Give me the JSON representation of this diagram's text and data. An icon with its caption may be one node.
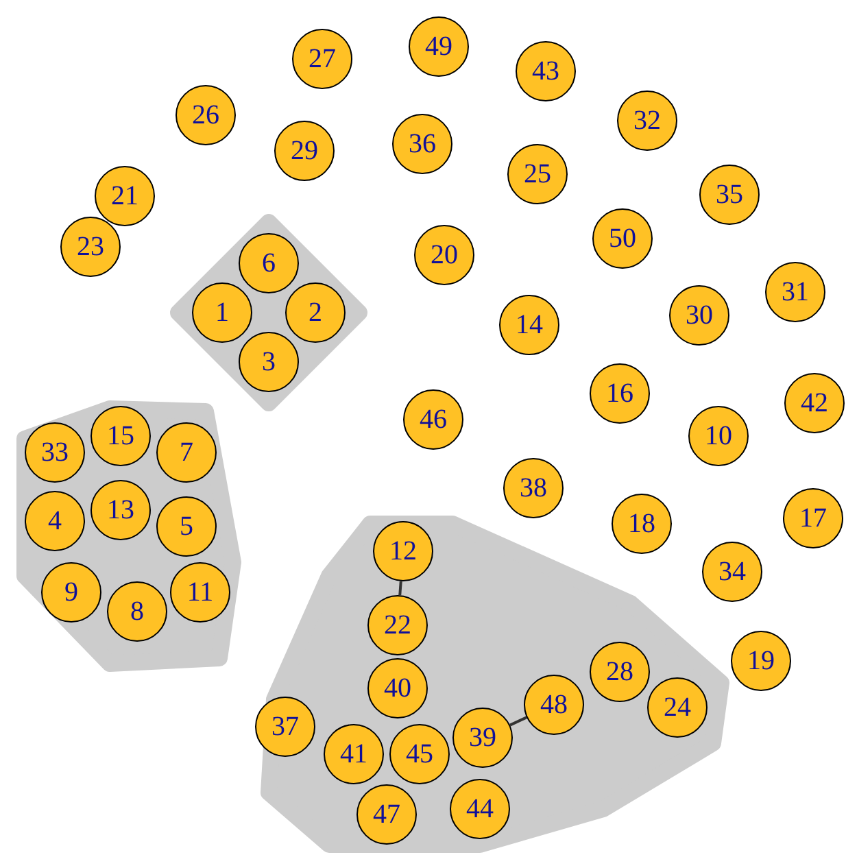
{
  "diagram": {
    "nodes": [
      {
        "text": [],
        "shape": "blob"
      },
      {
        "text": [],
        "shape": "blob"
      },
      {
        "text": [],
        "shape": "blob"
      },
      {
        "text": [
          "1"
        ],
        "in": 0
      },
      {
        "text": [
          "2"
        ],
        "in": 0
      },
      {
        "text": [
          "3"
        ],
        "in": 0
      },
      {
        "text": [
          "4"
        ],
        "in": 1
      },
      {
        "text": [
          "5"
        ],
        "in": 1
      },
      {
        "text": [
          "6"
        ],
        "in": 0
      },
      {
        "text": [
          "7"
        ],
        "in": 1
      },
      {
        "text": [
          "8"
        ],
        "in": 1
      },
      {
        "text": [
          "9"
        ],
        "in": 1
      },
      {
        "text": [
          "10"
        ]
      },
      {
        "text": [
          "11"
        ],
        "in": 1
      },
      {
        "text": [
          "12"
        ],
        "in": 2
      },
      {
        "text": [
          "13"
        ],
        "in": 1
      },
      {
        "text": [
          "14"
        ]
      },
      {
        "text": [
          "15"
        ],
        "in": 1
      },
      {
        "text": [
          "16"
        ]
      },
      {
        "text": [
          "17"
        ]
      },
      {
        "text": [
          "18"
        ]
      },
      {
        "text": [
          "19"
        ]
      },
      {
        "text": [
          "20"
        ]
      },
      {
        "text": [
          "21"
        ]
      },
      {
        "text": [
          "22"
        ],
        "in": 2
      },
      {
        "text": [
          "23"
        ]
      },
      {
        "text": [
          "24"
        ],
        "in": 2
      },
      {
        "text": [
          "25"
        ]
      },
      {
        "text": [
          "26"
        ]
      },
      {
        "text": [
          "27"
        ]
      },
      {
        "text": [
          "28"
        ],
        "in": 2
      },
      {
        "text": [
          "29"
        ]
      },
      {
        "text": [
          "30"
        ]
      },
      {
        "text": [
          "31"
        ]
      },
      {
        "text": [
          "32"
        ]
      },
      {
        "text": [
          "33"
        ],
        "in": 1
      },
      {
        "text": [
          "34"
        ]
      },
      {
        "text": [
          "35"
        ]
      },
      {
        "text": [
          "36"
        ]
      },
      {
        "text": [
          "37"
        ],
        "in": 2
      },
      {
        "text": [
          "38"
        ]
      },
      {
        "text": [
          "39"
        ],
        "in": 2
      },
      {
        "text": [
          "40"
        ],
        "in": 2
      },
      {
        "text": [
          "41"
        ],
        "in": 2
      },
      {
        "text": [
          "42"
        ]
      },
      {
        "text": [
          "43"
        ]
      },
      {
        "text": [
          "44"
        ],
        "in": 2
      },
      {
        "text": [
          "45"
        ],
        "in": 2
      },
      {
        "text": [
          "46"
        ]
      },
      {
        "text": [
          "47"
        ],
        "in": 2
      },
      {
        "text": [
          "48"
        ],
        "in": 2
      },
      {
        "text": [
          "49"
        ]
      },
      {
        "text": [
          "50"
        ]
      }
    ],
    "edges": [
      {
        "from": 14,
        "to": 24,
        "arrow": "none"
      },
      {
        "from": 41,
        "to": 50,
        "arrow": "none"
      }
    ]
  }
}
